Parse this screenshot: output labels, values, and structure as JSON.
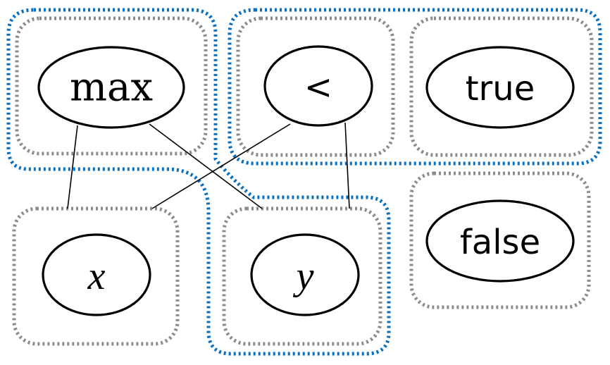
{
  "colors": {
    "background": "#ffffff",
    "node_stroke": "#000000",
    "edge_stroke": "#000000",
    "group_box_stroke": "#8c8c8c",
    "highlight_region_stroke": "#0a6fbf"
  },
  "nodes": {
    "max": {
      "label": "max"
    },
    "lt": {
      "label": "<"
    },
    "true": {
      "label": "true"
    },
    "x": {
      "label": "x"
    },
    "y": {
      "label": "y"
    },
    "false": {
      "label": "false"
    }
  },
  "edges": [
    {
      "from": "max",
      "to": "x"
    },
    {
      "from": "max",
      "to": "y"
    },
    {
      "from": "lt",
      "to": "x"
    },
    {
      "from": "lt",
      "to": "y"
    }
  ]
}
